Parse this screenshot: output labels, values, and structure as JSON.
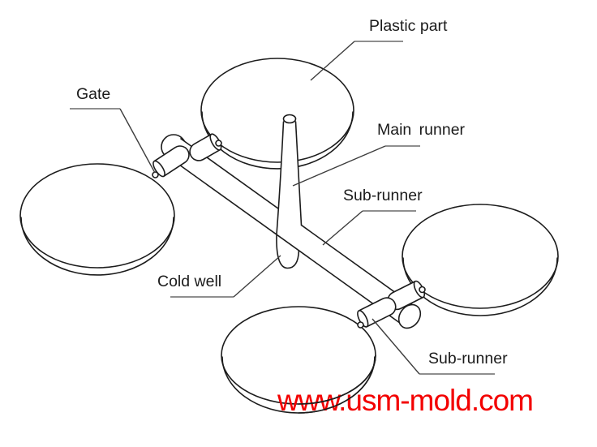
{
  "diagram": {
    "description": "Isometric line drawing of an injection mold runner system with four round plastic parts",
    "colors": {
      "background": "#ffffff",
      "line": "#1c1c1c",
      "leader": "#3d3d3d",
      "leader_underline": "#8f8f8f",
      "watermark": "#f30000"
    },
    "labels": {
      "plastic_part": "Plastic part",
      "gate": "Gate",
      "main_runner": "Main runner",
      "sub_runner_upper": "Sub-runner",
      "cold_well": "Cold well",
      "sub_runner_lower": "Sub-runner"
    },
    "watermark": {
      "text": "www.usm-mold.com",
      "color": "#f30000"
    }
  }
}
